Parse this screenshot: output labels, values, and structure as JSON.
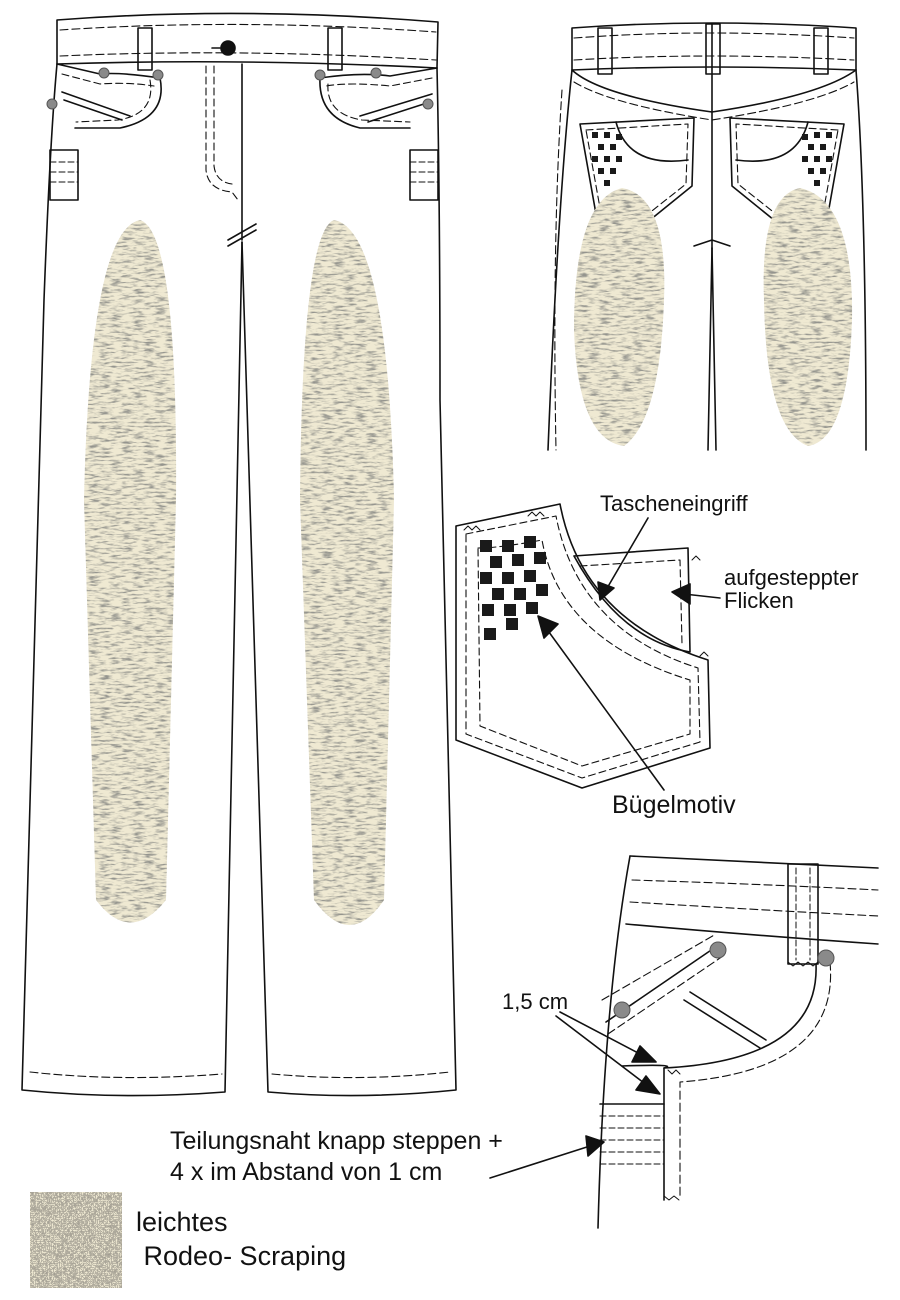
{
  "labels": {
    "pocket_opening": "Tascheneingriff",
    "patch": "aufgesteppter\nFlicken",
    "iron_on_motif": "Bügelmotiv",
    "distance": "1,5 cm",
    "seam_note": "Teilungsnaht knapp steppen +\n4 x im Abstand von 1 cm",
    "legend_text": "leichtes\n Rodeo- Scraping"
  },
  "views": [
    {
      "id": "front",
      "icon": "jeans-front-icon"
    },
    {
      "id": "back",
      "icon": "jeans-back-icon"
    },
    {
      "id": "pocket-detail",
      "icon": "back-pocket-icon"
    },
    {
      "id": "waist-detail",
      "icon": "front-pocket-icon"
    }
  ],
  "colors": {
    "line": "#111111",
    "rivet": "#8a8a8a",
    "scrape_base": "#efe9d2",
    "scrape_dark": "#4a4a44",
    "motif": "#1a1a1a"
  }
}
